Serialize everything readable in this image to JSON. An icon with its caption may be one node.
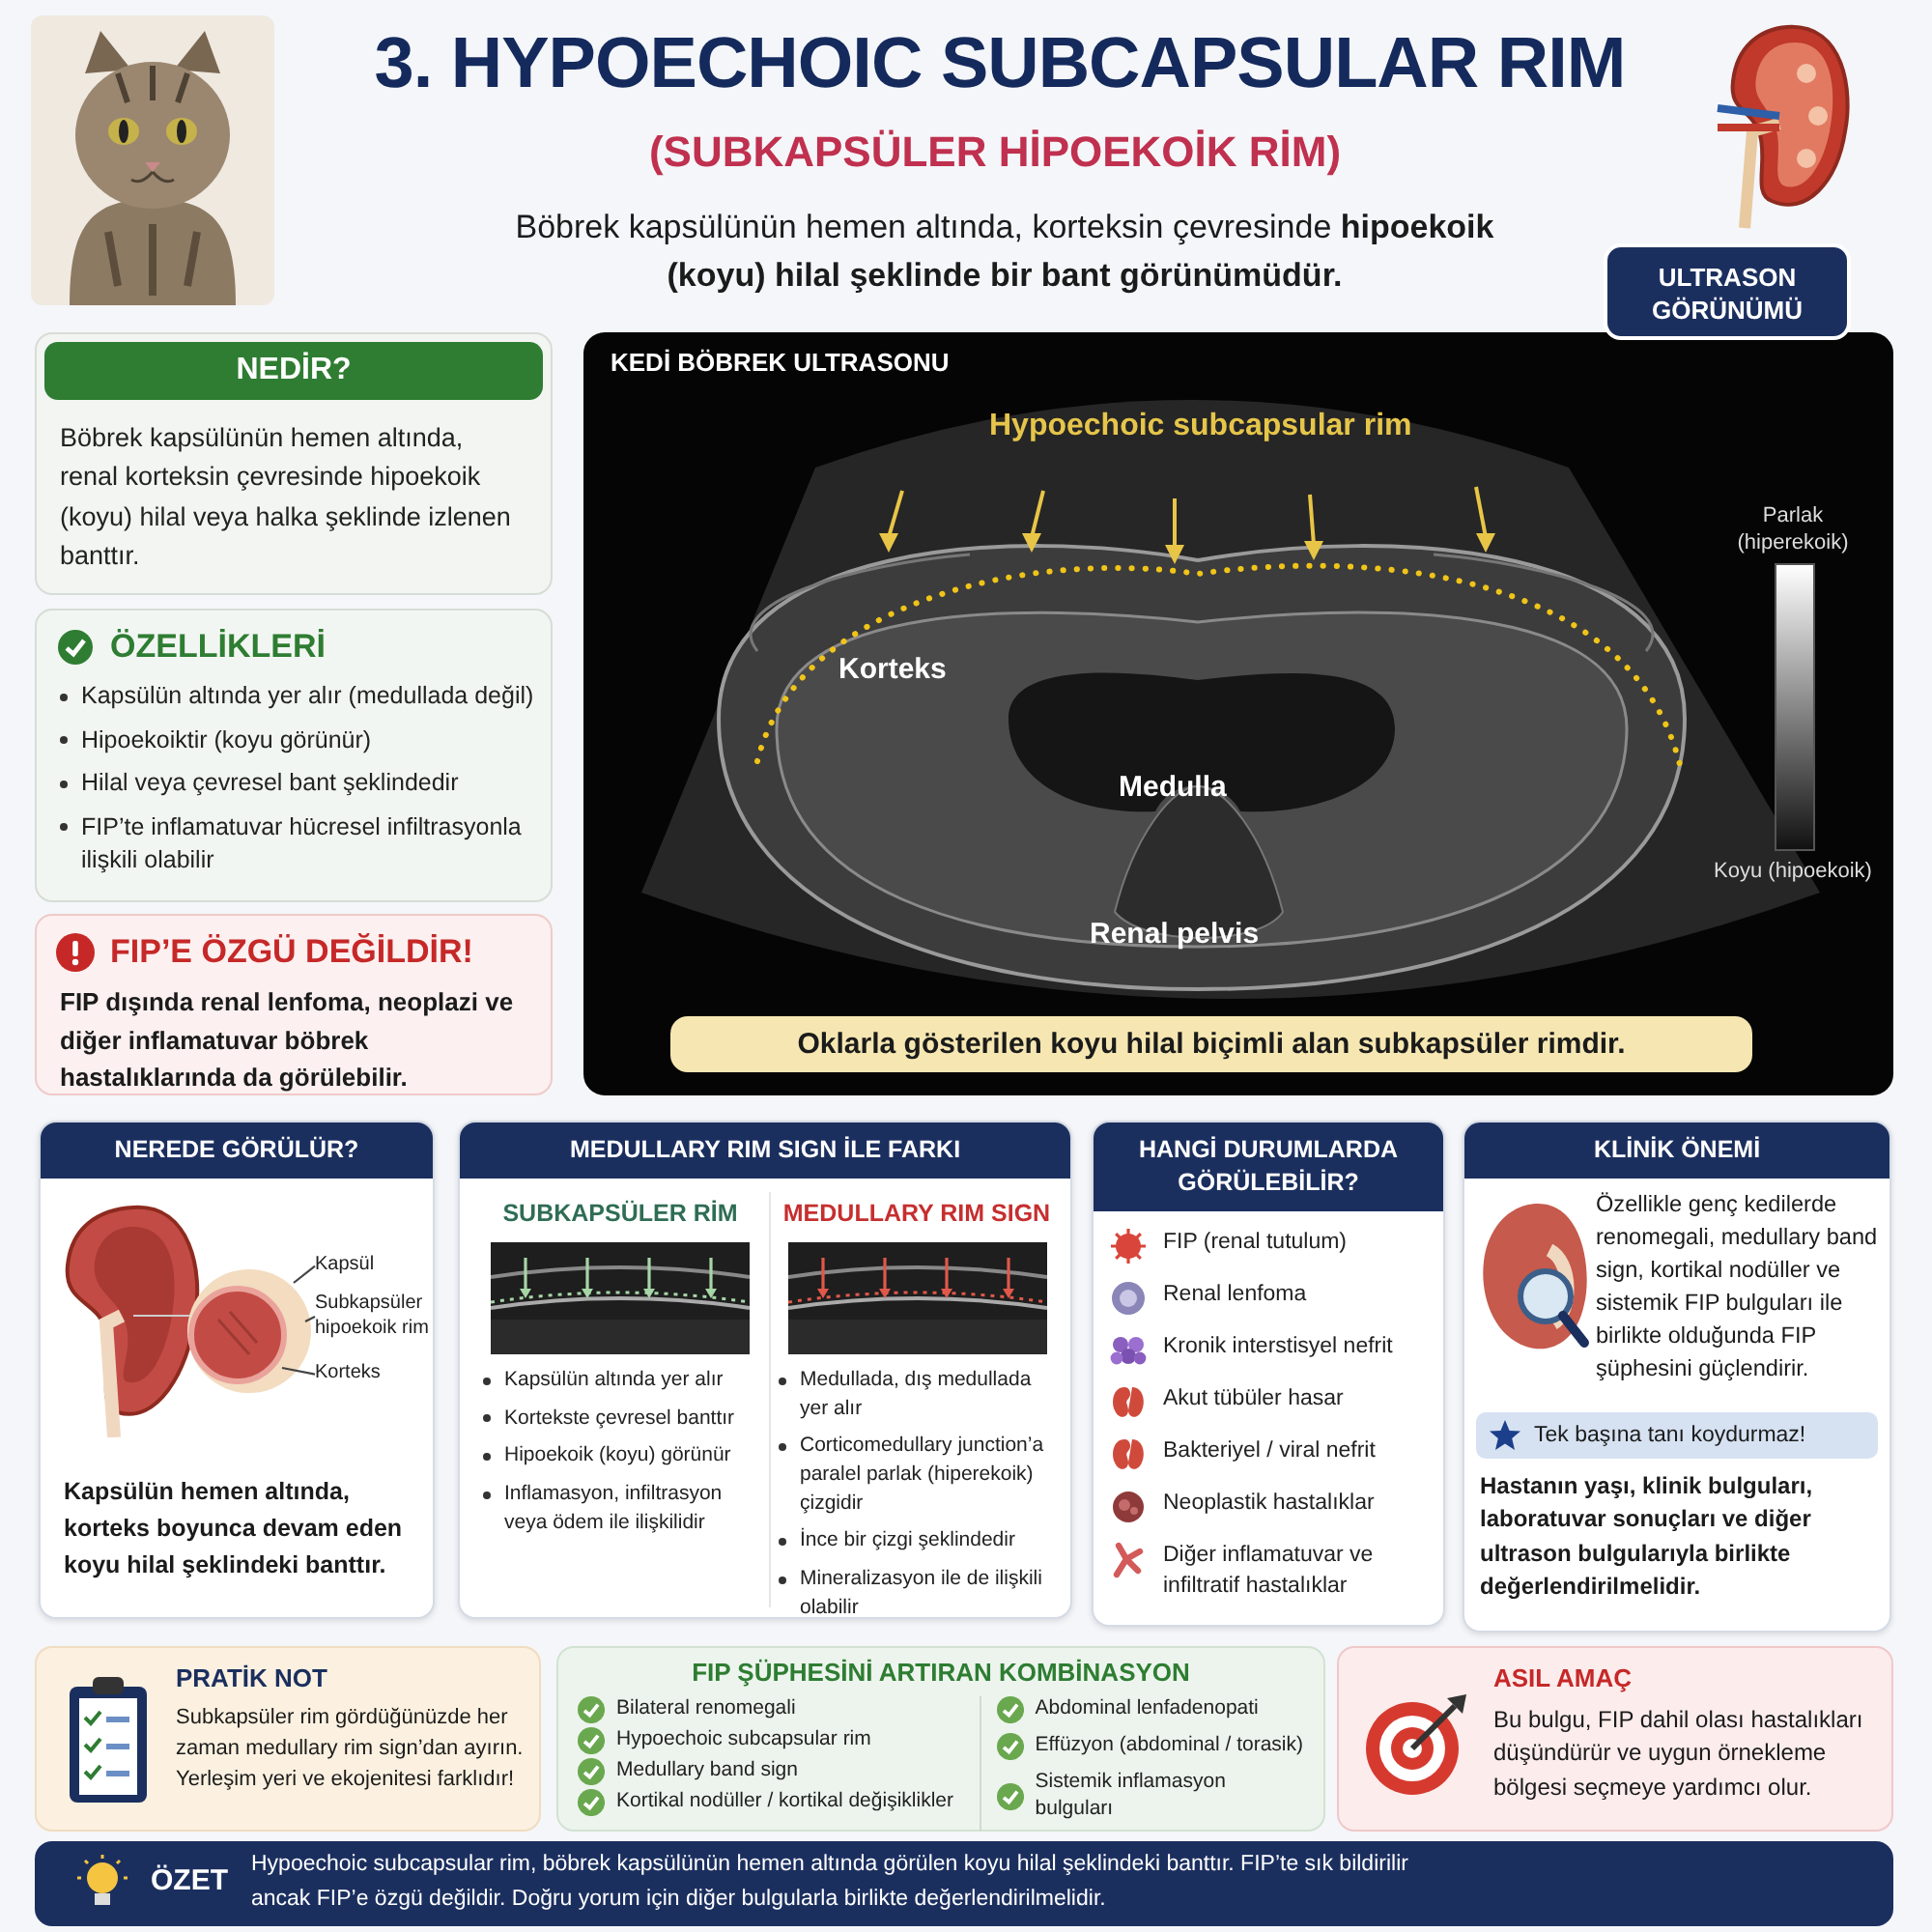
{
  "diagram": {
    "title": "3. HYPOECHOIC SUBCAPSULAR RIM",
    "nodes": [
      {
        "text": [
          "NEDİR?",
          "Böbrek kapsülünün hemen altında, renal korteksin çevresinde hipoekoik (koyu) hilal veya halka şeklinde izlenen banttır."
        ]
      },
      {
        "text": [
          "ÖZELLİKLERİ",
          "Kapsülün altında yer alır (medullada değil)",
          "Hipoekoiktir (koyu görünür)",
          "Hilal veya çevresel bant şeklindedir",
          "FIP’te inflamatuvar hücresel infiltrasyonla ilişkili olabilir"
        ]
      },
      {
        "text": [
          "FIP’E ÖZGÜ DEĞİLDİR!",
          "FIP dışında renal lenfoma, neoplazi ve diğer inflamatuvar böbrek hastalıklarında da görülebilir."
        ]
      },
      {
        "text": [
          "KEDİ BÖBREK ULTRASONU",
          "Hypoechoic subcapsular rim",
          "Korteks",
          "Medulla",
          "Renal pelvis",
          "Parlak (hiperekoik)",
          "Koyu (hipoekoik)",
          "Oklarla gösterilen koyu hilal biçimli alan subkapsüler rimdir."
        ],
        "beside": [
          "ULTRASON GÖRÜNÜMÜ"
        ]
      },
      {
        "text": [
          "NEREDE GÖRÜLÜR?",
          "Kapsülün hemen altında, korteks boyunca devam eden koyu hilal şeklindeki banttır."
        ]
      },
      {
        "text": [
          "Kapsül"
        ],
        "in": 4
      },
      {
        "text": [
          "Subkapsüler hipoekoik rim"
        ],
        "in": 4
      },
      {
        "text": [
          "Korteks"
        ],
        "in": 4
      },
      {
        "text": [
          "MEDULLARY RIM SIGN İLE FARKI"
        ]
      },
      {
        "text": [
          "SUBKAPSÜLER RİM",
          "Kapsülün altında yer alır",
          "Kortekste çevresel banttır",
          "Hipoekoik (koyu) görünür",
          "Inflamasyon, infiltrasyon veya ödem ile ilişkilidir"
        ],
        "in": 8
      },
      {
        "text": [
          "MEDULLARY RIM SIGN",
          "Medullada, dış medullada yer alır",
          "Corticomedullary junction’a paralel parlak (hiperekoik) çizgidir",
          "İnce bir çizgi şeklindedir",
          "Mineralizasyon ile de ilişkili olabilir"
        ],
        "in": 8
      },
      {
        "text": [
          "HANGİ DURUMLARDA GÖRÜLEBİLİR?",
          "FIP (renal tutulum)",
          "Renal lenfoma",
          "Kronik interstisyel nefrit",
          "Akut tübüler hasar",
          "Bakteriyel / viral nefrit",
          "Neoplastik hastalıklar",
          "Diğer inflamatuvar ve infiltratif hastalıklar"
        ]
      },
      {
        "text": [
          "KLİNİK ÖNEMİ",
          "Özellikle genç kedilerde renomegali, medullary band sign, kortikal nodüller ve sistemik FIP bulguları ile birlikte olduğunda FIP şüphesini güçlendirir.",
          "Tek başına tanı koydurmaz!",
          "Hastanın yaşı, klinik bulguları, laboratuvar sonuçları ve diğer ultrason bulgularıyla birlikte değerlendirilmelidir."
        ]
      },
      {
        "text": [
          "PRATİK NOT",
          "Subkapsüler rim gördüğünüzde her zaman medullary rim sign’dan ayırın. Yerleşim yeri ve ekojenitesi farklıdır!"
        ]
      },
      {
        "text": [
          "FIP ŞÜPHESİNİ ARTIRAN KOMBİNASYON",
          "Bilateral renomegali",
          "Hypoechoic subcapsular rim",
          "Medullary band sign",
          "Kortikal nodüller / kortikal değişiklikler",
          "Abdominal lenfadenopati",
          "Effüzyon (abdominal / torasik)",
          "Sistemik inflamasyon bulguları"
        ]
      },
      {
        "text": [
          "ASIL AMAÇ",
          "Bu bulgu, FIP dahil olası hastalıkları düşündürür ve uygun örnekleme bölgesi seçmeye yardımcı olur."
        ]
      },
      {
        "text": [
          "ÖZET",
          "Hypoechoic subcapsular rim, böbrek kapsülünün hemen altında görülen koyu hilal şeklindeki banttır. FIP’te sık bildirilir ancak FIP’e özgü değildir. Doğru yorum için diğer bulgularla birlikte değerlendirilmelidir."
        ]
      }
    ],
    "edges": [
      {
        "from": 5,
        "to": null,
        "arrow": "none"
      },
      {
        "from": 6,
        "to": null,
        "arrow": "none"
      },
      {
        "from": 7,
        "to": null,
        "arrow": "none"
      }
    ],
    "labels": [
      "(SUBKAPSÜLER HİPOEKOİK RİM)",
      "Böbrek kapsülünün hemen altında, korteksin çevresinde **hipoekoik (koyu) hilal şeklinde bir bant görünümüdür.**"
    ]
  }
}
